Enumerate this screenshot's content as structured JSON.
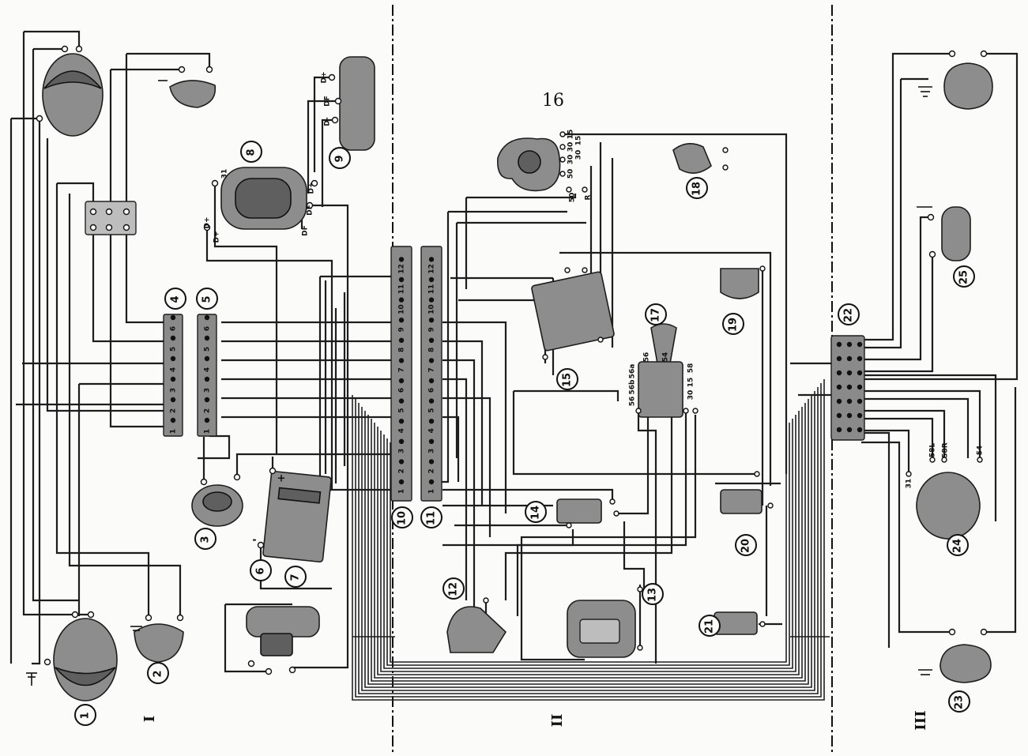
{
  "diagram": {
    "sections": [
      {
        "id": "section-1",
        "label": "I"
      },
      {
        "id": "section-2",
        "label": "II"
      },
      {
        "id": "section-3",
        "label": "III"
      }
    ],
    "component_numbers": [
      "1",
      "2",
      "3",
      "4",
      "5",
      "6",
      "7",
      "8",
      "9",
      "10",
      "11",
      "12",
      "13",
      "14",
      "15",
      "16",
      "17",
      "18",
      "19",
      "20",
      "21",
      "22",
      "23",
      "24",
      "25"
    ],
    "fuse_box_4_terminals": [
      "1",
      "2",
      "3",
      "4",
      "5",
      "6"
    ],
    "fuse_box_5_terminals": [
      "1",
      "2",
      "3",
      "4",
      "5",
      "6"
    ],
    "terminal_strip_10_labels": [
      "1",
      "2",
      "3",
      "4",
      "5",
      "6",
      "7",
      "8",
      "9",
      "10",
      "11",
      "12"
    ],
    "terminal_strip_11_labels": [
      "1",
      "2",
      "3",
      "4",
      "5",
      "6",
      "7",
      "8",
      "9",
      "10",
      "11",
      "12"
    ],
    "generator_terminals": [
      "D+",
      "DF",
      "DF",
      "D+"
    ],
    "regulator_terminals": [
      "D+",
      "DF",
      "D-"
    ],
    "starter_terminals": [
      "31",
      "D+"
    ],
    "battery_polarity": [
      "+",
      "-"
    ],
    "ignition_switch_16_terminals": [
      "15",
      "30",
      "30",
      "50",
      "50",
      "R",
      "15",
      "30"
    ],
    "light_switch_17_terminals": [
      "56a",
      "56b",
      "56",
      "58",
      "15",
      "30",
      "54",
      "56"
    ],
    "taillamp_24_terminals": [
      "31",
      "58L",
      "58R",
      "54"
    ]
  }
}
